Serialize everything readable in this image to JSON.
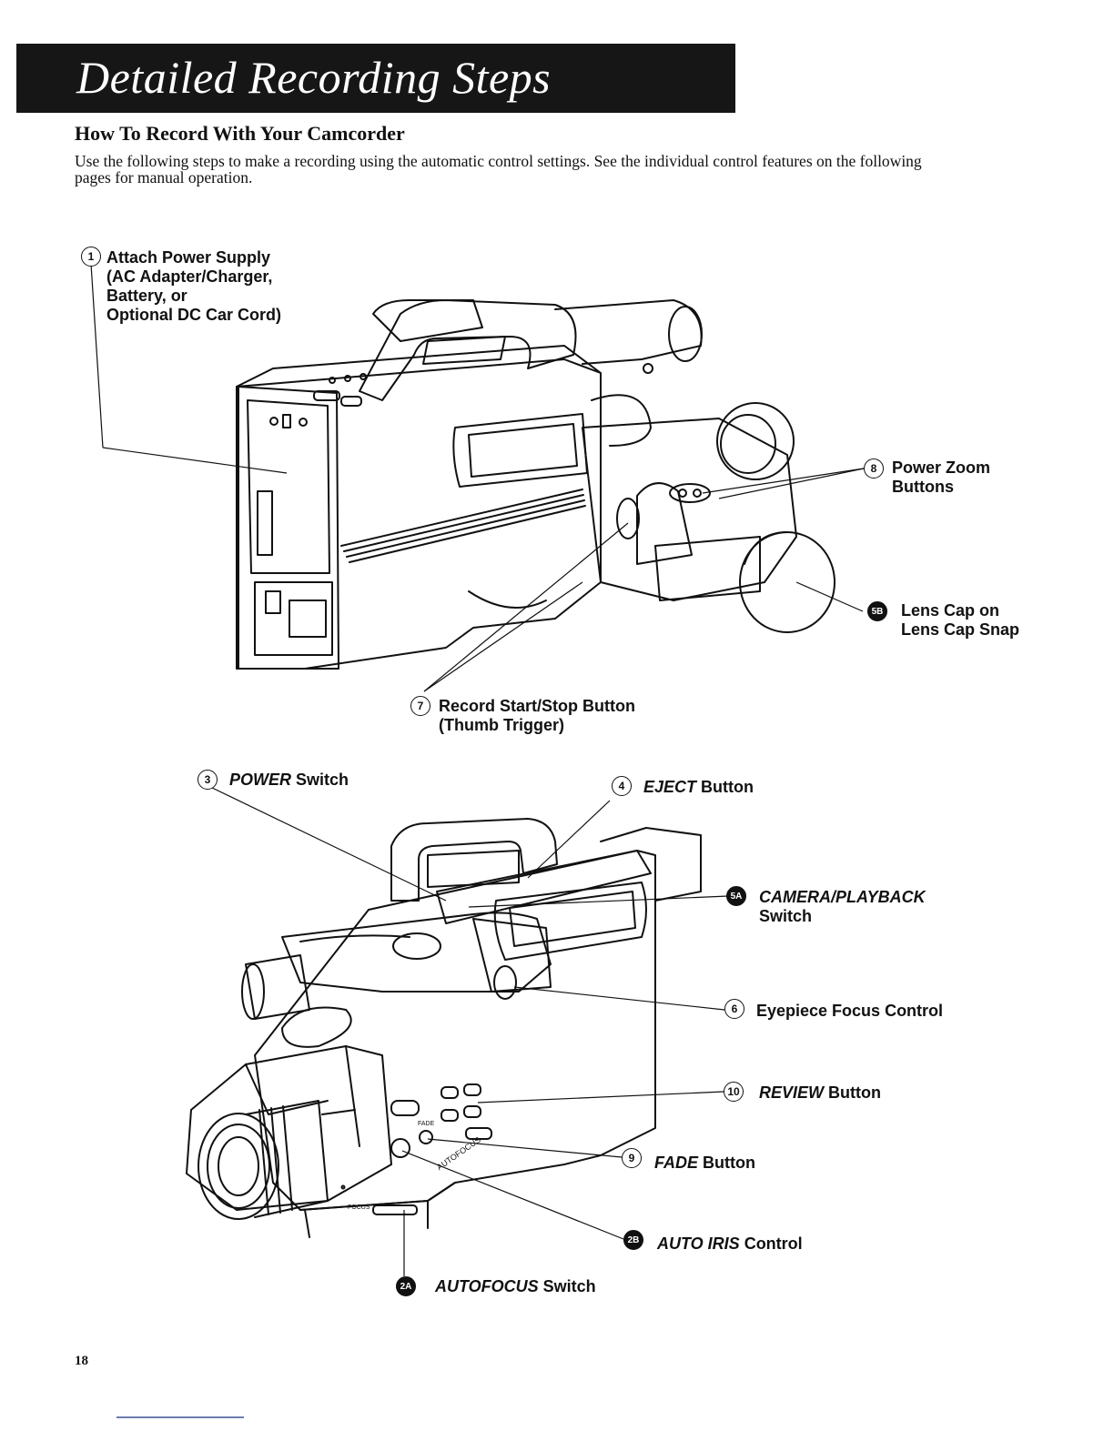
{
  "page": {
    "title": "Detailed Recording Steps",
    "subtitle": "How To Record With Your Camcorder",
    "intro": "Use the following steps to make a recording using the automatic control settings. See the individual control features on the following pages for manual operation.",
    "page_number": "18"
  },
  "callouts": {
    "c1": {
      "badge": "1",
      "lines": [
        "Attach Power Supply",
        "(AC Adapter/Charger,",
        "Battery, or",
        "Optional DC Car Cord)"
      ]
    },
    "c8": {
      "badge": "8",
      "lines": [
        "Power Zoom",
        "Buttons"
      ]
    },
    "c5b": {
      "badge": "5B",
      "lines": [
        "Lens Cap on",
        "Lens Cap Snap"
      ]
    },
    "c7": {
      "badge": "7",
      "lines": [
        "Record Start/Stop Button",
        "(Thumb Trigger)"
      ]
    },
    "c3": {
      "badge": "3",
      "name": "POWER",
      "suffix": " Switch"
    },
    "c4": {
      "badge": "4",
      "name": "EJECT",
      "suffix": " Button"
    },
    "c5a": {
      "badge": "5A",
      "name": "CAMERA/PLAYBACK",
      "line2": "Switch"
    },
    "c6": {
      "badge": "6",
      "text": "Eyepiece Focus Control"
    },
    "c10": {
      "badge": "10",
      "name": "REVIEW",
      "suffix": " Button"
    },
    "c9": {
      "badge": "9",
      "name": "FADE",
      "suffix": " Button"
    },
    "c2b": {
      "badge": "2B",
      "name": "AUTO IRIS",
      "suffix": " Control"
    },
    "c2a": {
      "badge": "2A",
      "name": "AUTOFOCUS",
      "suffix": " Switch"
    }
  },
  "panel_labels": {
    "autofocus": "AUTOFOCUS",
    "focus": "FOCUS",
    "fade": "FADE"
  }
}
